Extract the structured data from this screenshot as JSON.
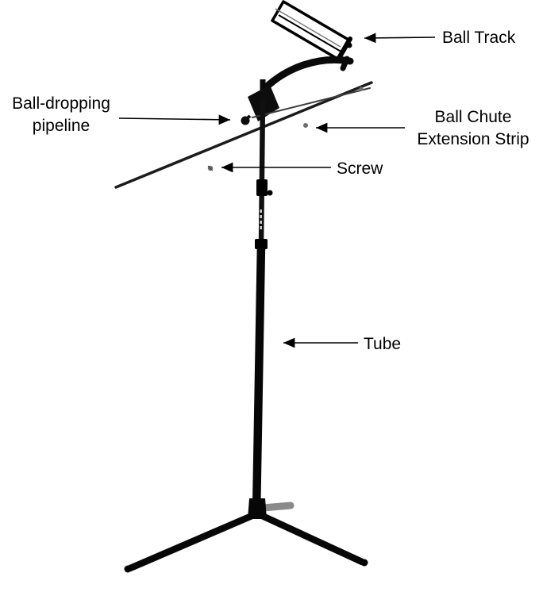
{
  "figure": {
    "background": "#ffffff",
    "ink": "#000000",
    "accent_gray": "#6e6e6e"
  },
  "labels": {
    "ball_track": "Ball Track",
    "ball_dropping_pipeline": {
      "line1": "Ball-dropping",
      "line2": "pipeline"
    },
    "ball_chute_extension_strip": {
      "line1": "Ball Chute",
      "line2": "Extension Strip"
    },
    "screw": "Screw",
    "tube": "Tube"
  }
}
